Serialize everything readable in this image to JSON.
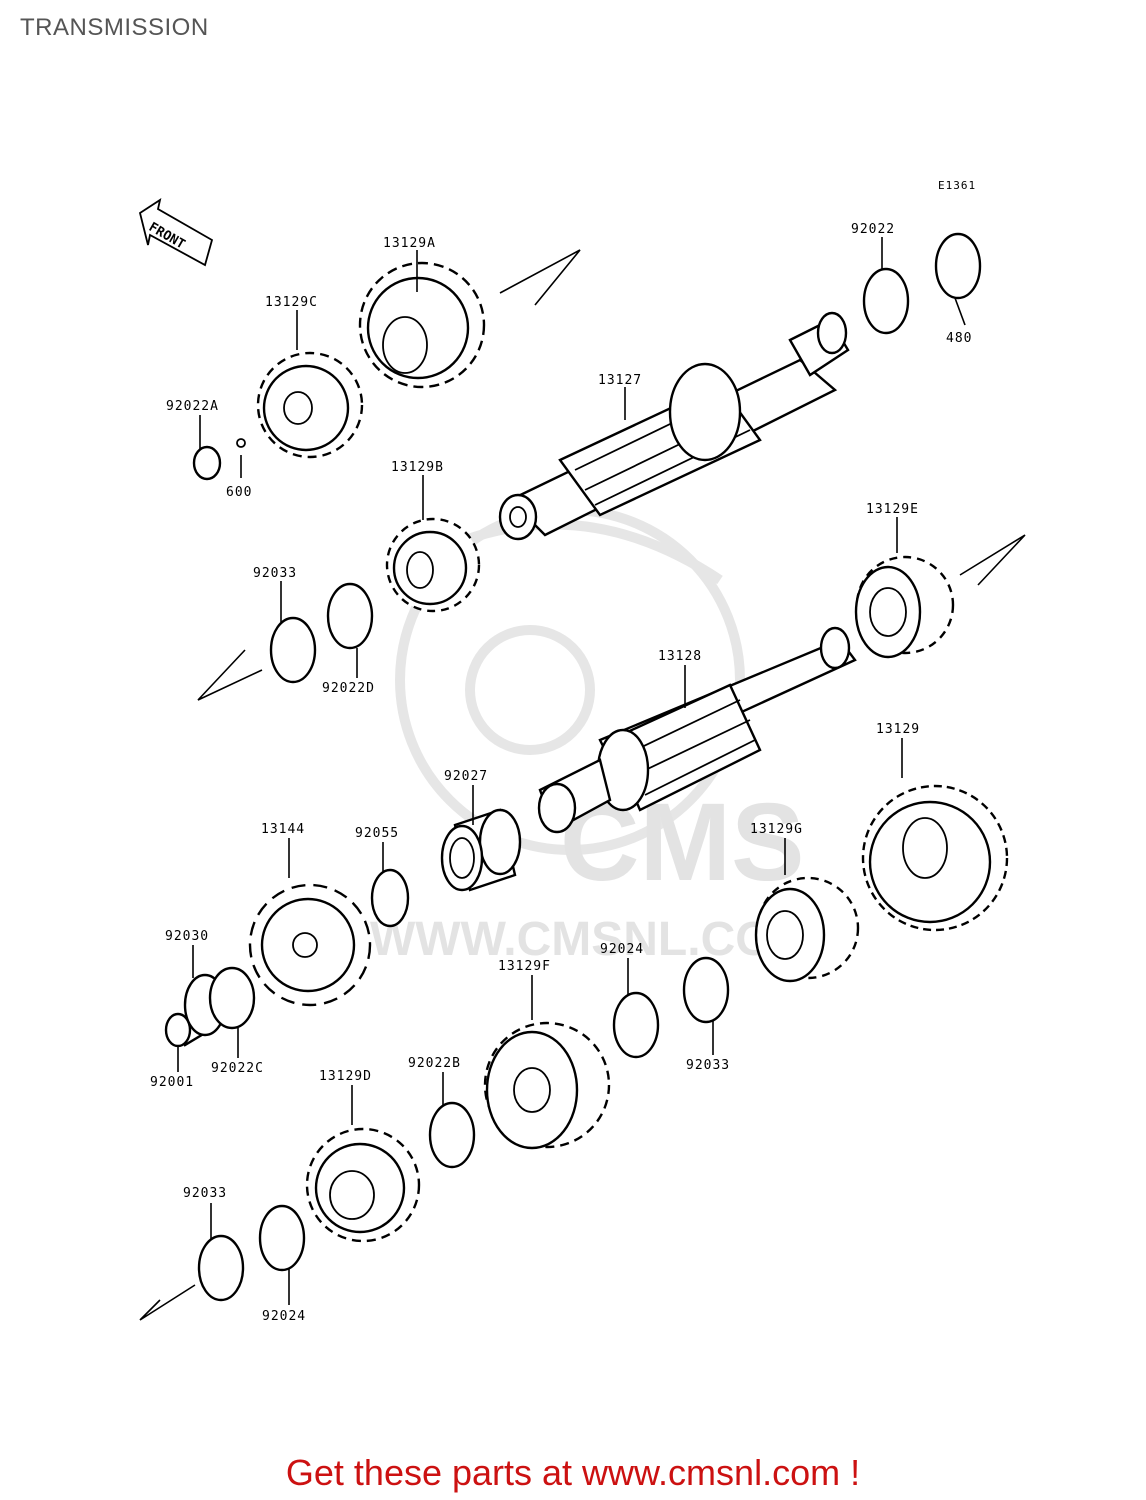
{
  "header": {
    "title": "TRANSMISSION"
  },
  "diagram": {
    "code": "E1361",
    "front_label": "FRONT",
    "watermark": {
      "logo": "CMS",
      "url": "WWW.CMSNL.COM"
    },
    "labels": [
      {
        "id": "l-13129a",
        "text": "13129A"
      },
      {
        "id": "l-13129c",
        "text": "13129C"
      },
      {
        "id": "l-92022a",
        "text": "92022A"
      },
      {
        "id": "l-600",
        "text": "600"
      },
      {
        "id": "l-92022",
        "text": "92022"
      },
      {
        "id": "l-480",
        "text": "480"
      },
      {
        "id": "l-13127",
        "text": "13127"
      },
      {
        "id": "l-13129b",
        "text": "13129B"
      },
      {
        "id": "l-13129e",
        "text": "13129E"
      },
      {
        "id": "l-92033a",
        "text": "92033"
      },
      {
        "id": "l-92022d",
        "text": "92022D"
      },
      {
        "id": "l-13128",
        "text": "13128"
      },
      {
        "id": "l-13129",
        "text": "13129"
      },
      {
        "id": "l-92027",
        "text": "92027"
      },
      {
        "id": "l-13144",
        "text": "13144"
      },
      {
        "id": "l-92055",
        "text": "92055"
      },
      {
        "id": "l-13129g",
        "text": "13129G"
      },
      {
        "id": "l-92030",
        "text": "92030"
      },
      {
        "id": "l-92024a",
        "text": "92024"
      },
      {
        "id": "l-13129f",
        "text": "13129F"
      },
      {
        "id": "l-92022c",
        "text": "92022C"
      },
      {
        "id": "l-92001",
        "text": "92001"
      },
      {
        "id": "l-92033b",
        "text": "92033"
      },
      {
        "id": "l-13129d",
        "text": "13129D"
      },
      {
        "id": "l-92022b",
        "text": "92022B"
      },
      {
        "id": "l-92033c",
        "text": "92033"
      },
      {
        "id": "l-92024b",
        "text": "92024"
      }
    ]
  },
  "footer": {
    "text": "Get these parts at www.cmsnl.com !"
  }
}
